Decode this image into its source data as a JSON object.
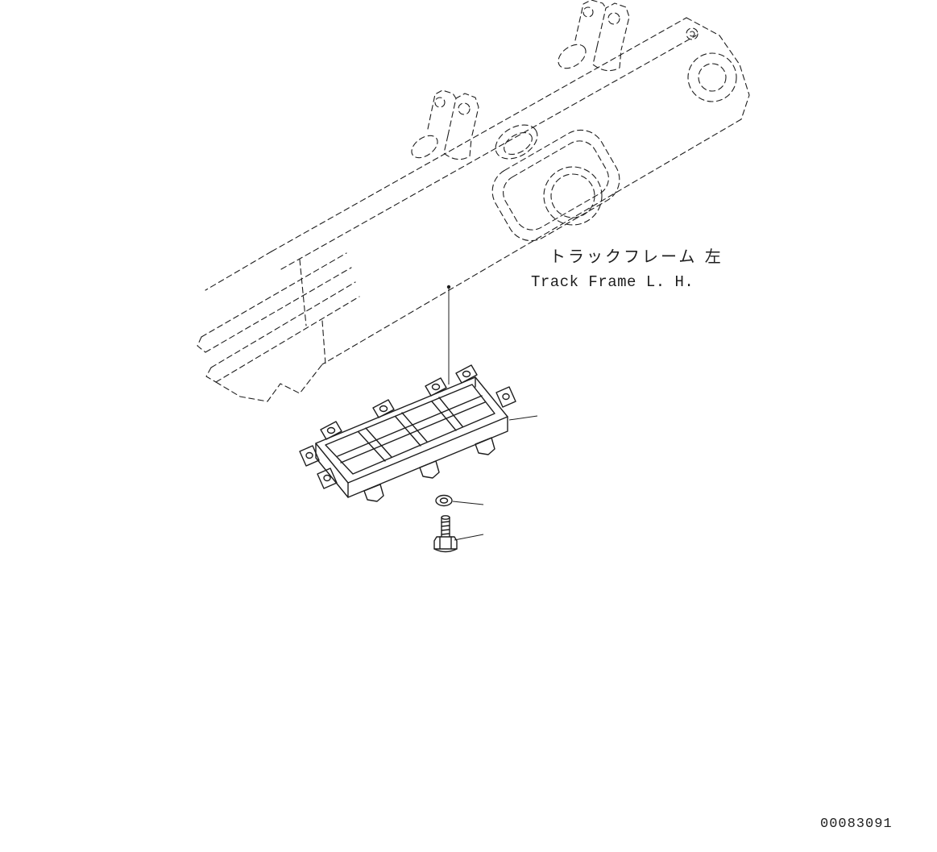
{
  "colors": {
    "background": "#ffffff",
    "ink": "#1e1e1e"
  },
  "callout": {
    "frame_label_jp": "トラックフレーム  左",
    "frame_label_en": "Track Frame L. H."
  },
  "footer": {
    "drawing_number": "00083091"
  }
}
